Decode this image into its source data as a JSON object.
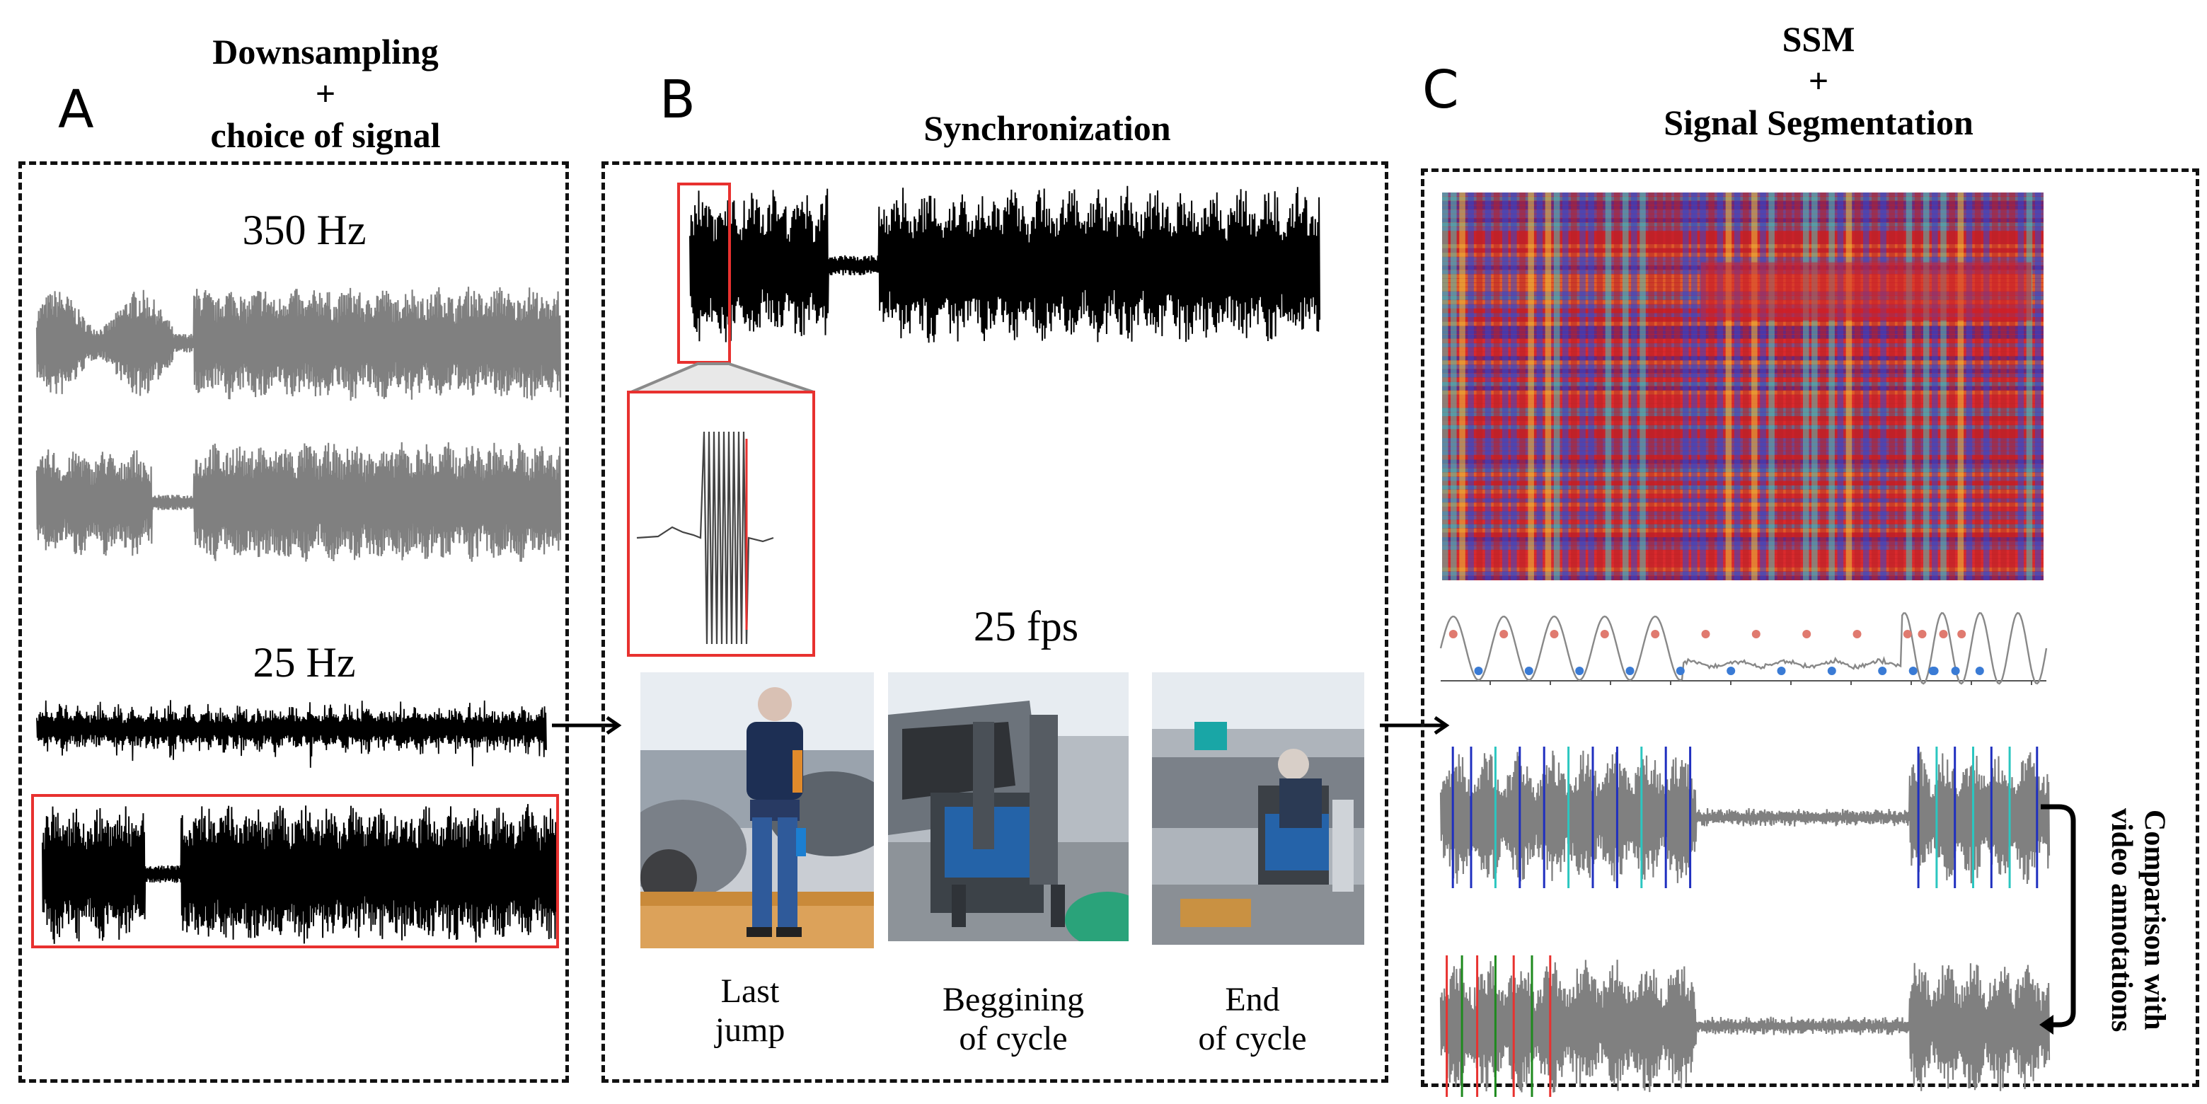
{
  "panel_a": {
    "letter": "A",
    "title": "Downsampling\n+\nchoice of signal",
    "rate_high": "350 Hz",
    "rate_low": "25 Hz"
  },
  "panel_b": {
    "letter": "B",
    "title": "Synchronization",
    "fps": "25 fps",
    "frames": [
      {
        "caption": "Last\njump"
      },
      {
        "caption": "Beggining\nof cycle"
      },
      {
        "caption": "End\nof cycle"
      }
    ]
  },
  "panel_c": {
    "letter": "C",
    "title": "SSM\n+\nSignal Segmentation",
    "comparison_label": "Comparison with\nvideo annotations"
  },
  "colors": {
    "grey_signal": "#808080",
    "black_signal": "#000000",
    "highlight": "#e8312f",
    "peak_red": "#e07a6f",
    "valley_blue": "#3a7bd5",
    "boundary_blue": "#1f2fbf",
    "boundary_cyan": "#2bc6c0",
    "gt_red": "#e8312f",
    "gt_green": "#1e8a1e"
  }
}
